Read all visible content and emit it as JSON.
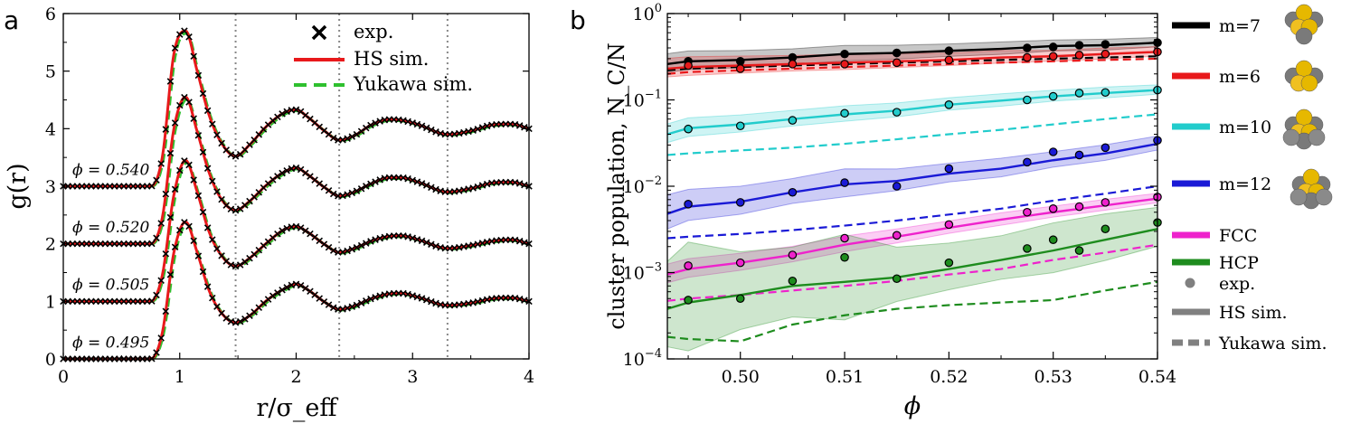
{
  "panels": {
    "a": {
      "letter": "a"
    },
    "b": {
      "letter": "b"
    }
  },
  "chart_data": [
    {
      "type": "line",
      "panel": "a",
      "xlabel": "r/σ_eff",
      "ylabel": "g(r)",
      "xlim": [
        0,
        4
      ],
      "ylim": [
        0,
        6
      ],
      "x_ticks": [
        "0",
        "1",
        "2",
        "3",
        "4"
      ],
      "y_ticks": [
        "0",
        "1",
        "2",
        "3",
        "4",
        "5",
        "6"
      ],
      "vertical_reference_lines": [
        1.48,
        2.37,
        3.3
      ],
      "legend_position": "top-right",
      "legend": [
        {
          "label": "exp.",
          "marker": "x"
        },
        {
          "label": "HS sim.",
          "style": "solid",
          "color": "#e8191b"
        },
        {
          "label": "Yukawa sim.",
          "style": "dashed",
          "color": "#2fc02f"
        }
      ],
      "curve_labels": [
        {
          "text": "ϕ = 0.540",
          "offset": 3
        },
        {
          "text": "ϕ = 0.520",
          "offset": 2
        },
        {
          "text": "ϕ = 0.505",
          "offset": 1
        },
        {
          "text": "ϕ = 0.495",
          "offset": 0
        }
      ],
      "series": [
        {
          "phi": "0.495",
          "offset": 0,
          "r": [
            0.0,
            0.75,
            0.85,
            0.95,
            1.05,
            1.15,
            1.25,
            1.35,
            1.48,
            1.6,
            1.75,
            1.9,
            2.0,
            2.1,
            2.25,
            2.37,
            2.5,
            2.65,
            2.8,
            2.9,
            3.05,
            3.3,
            3.5,
            3.7,
            3.85,
            4.0
          ],
          "g": [
            0.0,
            0.0,
            0.45,
            1.85,
            2.38,
            1.85,
            1.2,
            0.82,
            0.63,
            0.75,
            1.02,
            1.22,
            1.3,
            1.2,
            0.98,
            0.86,
            0.92,
            1.05,
            1.13,
            1.14,
            1.07,
            0.93,
            0.97,
            1.05,
            1.06,
            1.0
          ]
        },
        {
          "phi": "0.505",
          "offset": 1,
          "r": [
            0.0,
            0.75,
            0.85,
            0.95,
            1.05,
            1.15,
            1.25,
            1.35,
            1.48,
            1.6,
            1.75,
            1.9,
            2.0,
            2.1,
            2.25,
            2.37,
            2.5,
            2.65,
            2.8,
            2.9,
            3.05,
            3.3,
            3.5,
            3.7,
            3.85,
            4.0
          ],
          "g": [
            0.0,
            0.0,
            0.45,
            1.85,
            2.45,
            1.9,
            1.22,
            0.82,
            0.61,
            0.75,
            1.02,
            1.25,
            1.3,
            1.2,
            0.98,
            0.85,
            0.92,
            1.05,
            1.13,
            1.14,
            1.07,
            0.92,
            0.97,
            1.05,
            1.07,
            1.0
          ]
        },
        {
          "phi": "0.520",
          "offset": 2,
          "r": [
            0.0,
            0.75,
            0.85,
            0.95,
            1.05,
            1.15,
            1.25,
            1.35,
            1.48,
            1.6,
            1.75,
            1.9,
            2.0,
            2.1,
            2.25,
            2.37,
            2.5,
            2.65,
            2.8,
            2.9,
            3.05,
            3.3,
            3.5,
            3.7,
            3.85,
            4.0
          ],
          "g": [
            0.0,
            0.0,
            0.45,
            2.0,
            2.55,
            1.95,
            1.25,
            0.8,
            0.58,
            0.74,
            1.03,
            1.25,
            1.32,
            1.2,
            0.97,
            0.83,
            0.9,
            1.05,
            1.15,
            1.15,
            1.07,
            0.9,
            0.96,
            1.06,
            1.07,
            1.0
          ]
        },
        {
          "phi": "0.540",
          "offset": 3,
          "r": [
            0.0,
            0.75,
            0.85,
            0.95,
            1.05,
            1.15,
            1.25,
            1.35,
            1.48,
            1.6,
            1.75,
            1.9,
            2.0,
            2.1,
            2.25,
            2.37,
            2.5,
            2.65,
            2.8,
            2.9,
            3.05,
            3.3,
            3.5,
            3.7,
            3.85,
            4.0
          ],
          "g": [
            0.0,
            0.0,
            0.5,
            2.3,
            2.7,
            2.0,
            1.25,
            0.78,
            0.52,
            0.72,
            1.05,
            1.28,
            1.33,
            1.2,
            0.95,
            0.8,
            0.88,
            1.07,
            1.16,
            1.15,
            1.07,
            0.9,
            0.96,
            1.07,
            1.08,
            1.0
          ]
        }
      ]
    },
    {
      "type": "line",
      "panel": "b",
      "xlabel": "ϕ",
      "ylabel": "cluster population, N_C/N",
      "yscale": "log",
      "xlim": [
        0.493,
        0.54
      ],
      "ylim": [
        0.0001,
        1
      ],
      "x_ticks": [
        "0.50",
        "0.51",
        "0.52",
        "0.53",
        "0.54"
      ],
      "legend_position": "outside-right",
      "exp_phi": [
        0.495,
        0.5,
        0.505,
        0.51,
        0.515,
        0.52,
        0.5275,
        0.53,
        0.5325,
        0.535,
        0.54
      ],
      "series": [
        {
          "name": "m=7",
          "color": "#000000",
          "exp": [
            0.28,
            0.28,
            0.31,
            0.34,
            0.35,
            0.37,
            0.4,
            0.41,
            0.43,
            0.44,
            0.46
          ],
          "hs_phi": [
            0.493,
            0.495,
            0.5,
            0.505,
            0.51,
            0.515,
            0.52,
            0.525,
            0.53,
            0.535,
            0.54
          ],
          "hs": [
            0.26,
            0.28,
            0.29,
            0.31,
            0.34,
            0.35,
            0.37,
            0.39,
            0.42,
            0.43,
            0.46
          ],
          "yk": [
            0.22,
            0.23,
            0.24,
            0.25,
            0.26,
            0.27,
            0.28,
            0.29,
            0.3,
            0.31,
            0.32
          ]
        },
        {
          "name": "m=6",
          "color": "#e8191b",
          "exp": [
            0.25,
            0.23,
            0.26,
            0.26,
            0.27,
            0.29,
            0.31,
            0.32,
            0.33,
            0.34,
            0.36
          ],
          "hs_phi": [
            0.493,
            0.495,
            0.5,
            0.505,
            0.51,
            0.515,
            0.52,
            0.525,
            0.53,
            0.535,
            0.54
          ],
          "hs": [
            0.23,
            0.24,
            0.25,
            0.26,
            0.27,
            0.28,
            0.29,
            0.31,
            0.32,
            0.34,
            0.36
          ],
          "yk": [
            0.2,
            0.21,
            0.22,
            0.23,
            0.24,
            0.25,
            0.26,
            0.27,
            0.28,
            0.29,
            0.3
          ]
        },
        {
          "name": "m=10",
          "color": "#22cccc",
          "exp": [
            0.046,
            0.05,
            0.058,
            0.07,
            0.072,
            0.088,
            0.1,
            0.11,
            0.12,
            0.122,
            0.13
          ],
          "hs_phi": [
            0.493,
            0.495,
            0.5,
            0.505,
            0.51,
            0.515,
            0.52,
            0.525,
            0.53,
            0.535,
            0.54
          ],
          "hs": [
            0.04,
            0.047,
            0.052,
            0.06,
            0.068,
            0.075,
            0.088,
            0.098,
            0.11,
            0.12,
            0.13
          ],
          "yk": [
            0.023,
            0.024,
            0.026,
            0.028,
            0.031,
            0.035,
            0.04,
            0.045,
            0.052,
            0.06,
            0.068
          ]
        },
        {
          "name": "m=12",
          "color": "#1a1ad6",
          "exp": [
            0.0062,
            0.0065,
            0.0085,
            0.011,
            0.01,
            0.016,
            0.019,
            0.025,
            0.023,
            0.028,
            0.034
          ],
          "hs_phi": [
            0.493,
            0.495,
            0.5,
            0.505,
            0.51,
            0.515,
            0.52,
            0.525,
            0.53,
            0.535,
            0.54
          ],
          "hs": [
            0.0048,
            0.0058,
            0.0066,
            0.0085,
            0.0105,
            0.0115,
            0.014,
            0.016,
            0.02,
            0.024,
            0.031
          ],
          "yk": [
            0.0025,
            0.0026,
            0.0028,
            0.0031,
            0.0035,
            0.004,
            0.0047,
            0.0055,
            0.0068,
            0.0082,
            0.01
          ]
        },
        {
          "name": "FCC",
          "color": "#ee22cc",
          "exp": [
            0.0012,
            0.0013,
            0.0016,
            0.0025,
            0.0027,
            0.0036,
            0.005,
            0.0055,
            0.0058,
            0.0065,
            0.0075
          ],
          "hs_phi": [
            0.493,
            0.495,
            0.5,
            0.505,
            0.51,
            0.515,
            0.52,
            0.525,
            0.53,
            0.535,
            0.54
          ],
          "hs": [
            0.00095,
            0.0011,
            0.0013,
            0.0016,
            0.0021,
            0.0026,
            0.0033,
            0.0041,
            0.005,
            0.006,
            0.0072
          ],
          "yk": [
            0.00047,
            0.0005,
            0.00055,
            0.00062,
            0.0007,
            0.0008,
            0.00095,
            0.0011,
            0.0014,
            0.0017,
            0.0021
          ]
        },
        {
          "name": "HCP",
          "color": "#1e8c1e",
          "exp": [
            0.00048,
            0.0005,
            0.0008,
            0.0015,
            0.00085,
            0.0013,
            0.0019,
            0.0024,
            0.0018,
            0.0032,
            0.0038
          ],
          "hs_phi": [
            0.493,
            0.495,
            0.5,
            0.505,
            0.51,
            0.515,
            0.52,
            0.525,
            0.53,
            0.535,
            0.54
          ],
          "hs": [
            0.00038,
            0.00045,
            0.00055,
            0.0007,
            0.00078,
            0.00088,
            0.0011,
            0.0014,
            0.0018,
            0.0024,
            0.0032
          ],
          "yk": [
            0.00018,
            0.00017,
            0.00016,
            0.00025,
            0.00032,
            0.00038,
            0.00042,
            0.00045,
            0.00048,
            0.00062,
            0.00078
          ]
        }
      ],
      "legend": [
        {
          "label": "m=7",
          "color": "#000000"
        },
        {
          "label": "m=6",
          "color": "#e8191b"
        },
        {
          "label": "m=10",
          "color": "#22cccc"
        },
        {
          "label": "m=12",
          "color": "#1a1ad6"
        },
        {
          "label": "FCC",
          "color": "#ee22cc"
        },
        {
          "label": "HCP",
          "color": "#1e8c1e"
        },
        {
          "label": "exp.",
          "marker": "dot",
          "color": "#808080"
        },
        {
          "label": "HS sim.",
          "style": "solid",
          "color": "#808080"
        },
        {
          "label": "Yukawa sim.",
          "style": "dashed",
          "color": "#808080"
        }
      ],
      "cluster_icons": [
        "m=7",
        "m=6",
        "m=10",
        "m=12"
      ]
    }
  ]
}
